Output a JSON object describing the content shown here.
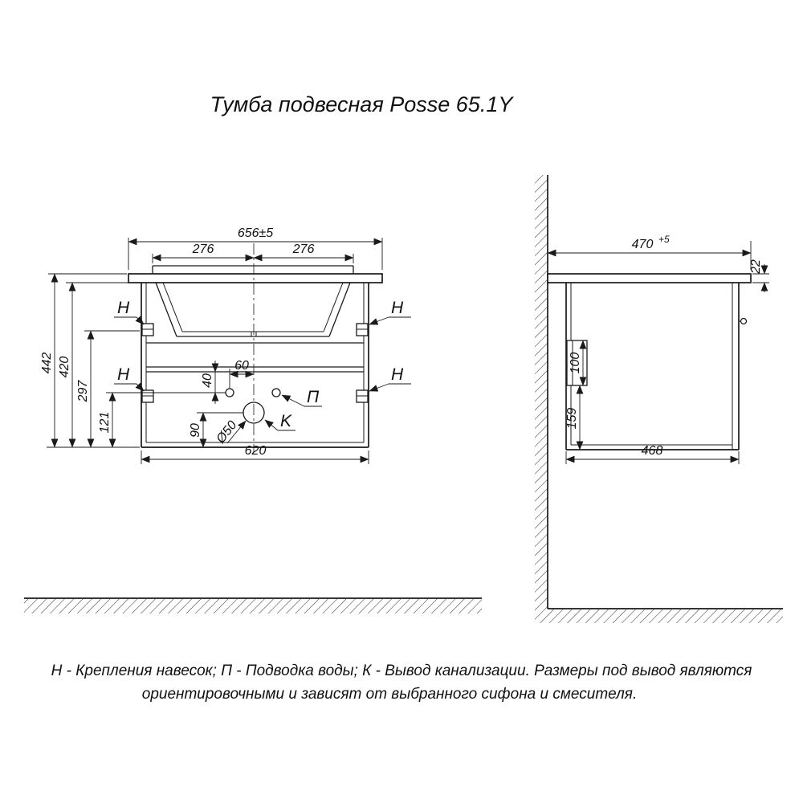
{
  "title": "Тумба подвесная Posse 65.1Y",
  "front_view": {
    "width_top": "656±5",
    "half_left": "276",
    "half_right": "276",
    "height_total": "442",
    "height_body": "420",
    "height_297": "297",
    "height_121": "121",
    "offset_40": "40",
    "offset_60": "60",
    "offset_90": "90",
    "drain_diameter": "Ø50",
    "width_bottom": "620",
    "marker_h": "H",
    "marker_p": "П",
    "marker_k": "K"
  },
  "side_view": {
    "depth_top": "470",
    "depth_top_tolerance": "+5",
    "top_thickness": "22",
    "bracket_height": "100",
    "offset_159": "159",
    "depth_bottom": "468"
  },
  "caption": {
    "line1": "Н - Крепления навесок; П - Подводка воды; К - Вывод канализации. Размеры под вывод являются",
    "line2": "ориентировочными и зависят от выбранного сифона и смесителя."
  }
}
